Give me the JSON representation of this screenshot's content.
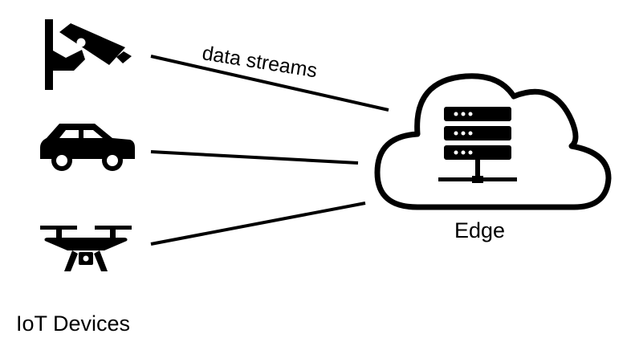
{
  "labels": {
    "devices": "IoT Devices",
    "edge": "Edge",
    "connection": "data streams"
  },
  "devices": [
    {
      "icon": "security-camera-icon"
    },
    {
      "icon": "car-icon"
    },
    {
      "icon": "drone-icon"
    }
  ],
  "edge_icon": "cloud-server-icon",
  "colors": {
    "ink": "#000000",
    "background": "#ffffff"
  }
}
